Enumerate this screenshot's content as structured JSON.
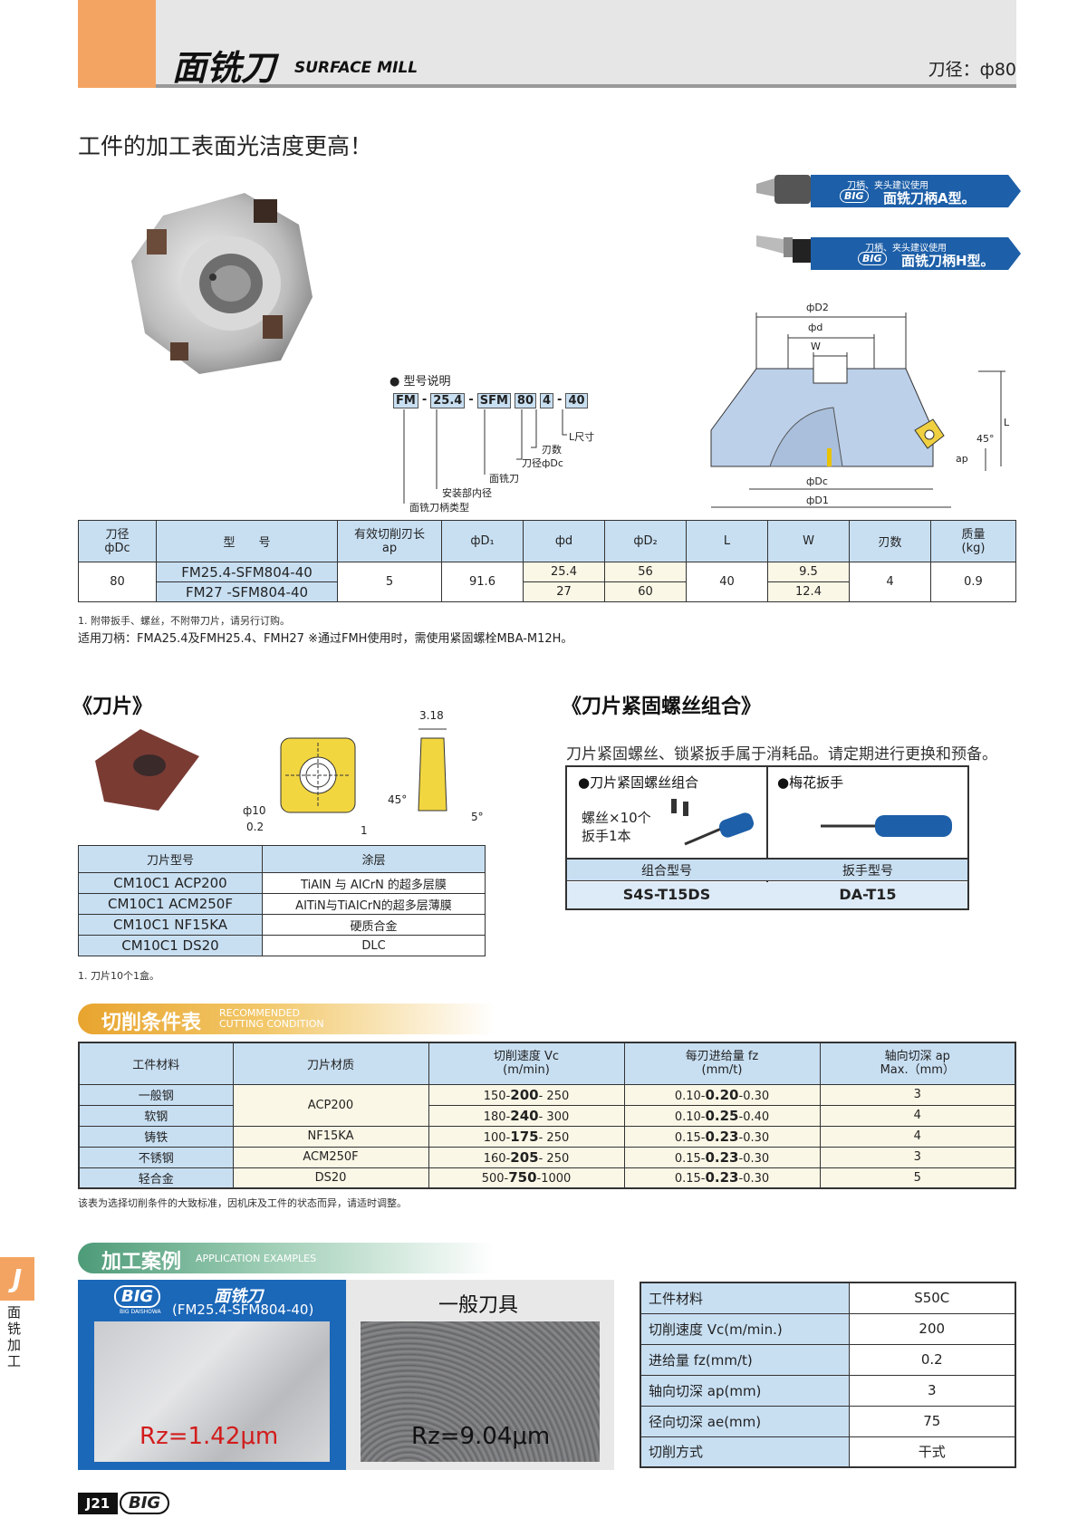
{
  "header": {
    "title_cn": "面铣刀",
    "title_en": "SURFACE MILL",
    "diameter": "刀径：ф80"
  },
  "slogan": "工件的加工表面光洁度更高！",
  "holders": [
    {
      "small": "刀柄、夹头建议使用",
      "brand": "BIG",
      "name": "面铣刀柄A型。"
    },
    {
      "small": "刀柄、夹头建议使用",
      "brand": "BIG",
      "name": "面铣刀柄H型。"
    }
  ],
  "model_explain": {
    "title": "● 型号说明",
    "parts": [
      "FM",
      "25.4",
      "SFM",
      "80",
      "4",
      "40"
    ],
    "labels": [
      "L尺寸",
      "刃数",
      "刀径фDc",
      "面铣刀",
      "安装部内径",
      "面铣刀柄类型"
    ]
  },
  "drawing_labels": {
    "D2": "фD2",
    "d": "фd",
    "W": "W",
    "L": "L",
    "angle": "45°",
    "ap": "ap",
    "Dc": "фDc",
    "D1": "фD1"
  },
  "spec_table": {
    "headers": [
      "刀径\nфDc",
      "型　　号",
      "有效切削刃长\nap",
      "фD₁",
      "фd",
      "фD₂",
      "L",
      "W",
      "刃数",
      "质量\n(kg)"
    ],
    "rows": [
      {
        "dc": "80",
        "model1": "FM25.4-SFM804-40",
        "model2": "FM27 -SFM804-40",
        "ap": "5",
        "d1": "91.6",
        "d_1": "25.4",
        "d_2": "27",
        "d2_1": "56",
        "d2_2": "60",
        "l": "40",
        "w_1": "9.5",
        "w_2": "12.4",
        "teeth": "4",
        "mass": "0.9"
      }
    ]
  },
  "spec_notes": [
    "1. 附带扳手、螺丝，不附带刀片，请另行订购。",
    "适用刀柄：FMA25.4及FMH25.4、FMH27 ※通过FMH使用时，需使用紧固螺栓MBA-M12H。"
  ],
  "insert": {
    "title": "《刀片》",
    "dims": [
      "3.18",
      "ф10",
      "0.2",
      "45°",
      "1",
      "5°"
    ],
    "headers": [
      "刀片型号",
      "涂层"
    ],
    "rows": [
      [
        "CM10C1 ACP200",
        "TiAIN 与 AICrN 的超多层膜"
      ],
      [
        "CM10C1 ACM250F",
        "AITiN与TiAICrN的超多层薄膜"
      ],
      [
        "CM10C1 NF15KA",
        "硬质合金"
      ],
      [
        "CM10C1 DS20",
        "DLC"
      ]
    ],
    "note": "1. 刀片10个1盒。"
  },
  "screw": {
    "title": "《刀片紧固螺丝组合》",
    "desc": "刀片紧固螺丝、锁紧扳手属于消耗品。请定期进行更换和预备。",
    "col1": "●刀片紧固螺丝组合",
    "col2": "●梅花扳手",
    "contents": "螺丝×10个\n扳手1本",
    "h1": "组合型号",
    "h2": "扳手型号",
    "v1": "S4S-T15DS",
    "v2": "DA-T15"
  },
  "cutting": {
    "title_cn": "切削条件表",
    "title_en1": "RECOMMENDED",
    "title_en2": "CUTTING CONDITION",
    "headers": [
      "工件材料",
      "刀片材质",
      "切削速度 Vc\n(m/min)",
      "每刃进给量 fz\n(mm/t)",
      "轴向切深 ap\nMax.（mm）"
    ],
    "rows": [
      {
        "mat": "一般钢",
        "vc": [
          "150-",
          "200",
          "- 250"
        ],
        "fz": [
          "0.10-",
          "0.20",
          "-0.30"
        ],
        "ap": "3"
      },
      {
        "mat": "软钢",
        "vc": [
          "180-",
          "240",
          "- 300"
        ],
        "fz": [
          "0.10-",
          "0.25",
          "-0.40"
        ],
        "ap": "4"
      },
      {
        "mat": "铸铁",
        "grade": "NF15KA",
        "vc": [
          "100-",
          "175",
          "- 250"
        ],
        "fz": [
          "0.15-",
          "0.23",
          "-0.30"
        ],
        "ap": "4"
      },
      {
        "mat": "不锈钢",
        "grade": "ACM250F",
        "vc": [
          "160-",
          "205",
          "- 250"
        ],
        "fz": [
          "0.15-",
          "0.23",
          "-0.30"
        ],
        "ap": "3"
      },
      {
        "mat": "轻合金",
        "grade": "DS20",
        "vc": [
          "500-",
          "750",
          "-1000"
        ],
        "fz": [
          "0.15-",
          "0.23",
          "-0.30"
        ],
        "ap": "5"
      }
    ],
    "grade_merged": "ACP200",
    "note": "该表为选择切削条件的大致标准，因机床及工件的状态而异，请适时调整。"
  },
  "examples": {
    "title_cn": "加工案例",
    "title_en": "APPLICATION EXAMPLES",
    "big_brand": "BIG",
    "big_sub": "BIG DAISHOWA",
    "big_name": "面铣刀",
    "big_model": "(FM25.4-SFM804-40)",
    "big_rz": "Rz=1.42μm",
    "gen_name": "一般刀具",
    "gen_rz": "Rz=9.04μm",
    "params": [
      [
        "工件材料",
        "S50C"
      ],
      [
        "切削速度 Vc(m/min.)",
        "200"
      ],
      [
        "进给量 fz(mm/t)",
        "0.2"
      ],
      [
        "轴向切深 ap(mm)",
        "3"
      ],
      [
        "径向切深 ae(mm)",
        "75"
      ],
      [
        "切削方式",
        "干式"
      ]
    ]
  },
  "side": {
    "letter": "J",
    "text": "面铣加工"
  },
  "footer": {
    "page": "J21",
    "brand": "BIG"
  }
}
